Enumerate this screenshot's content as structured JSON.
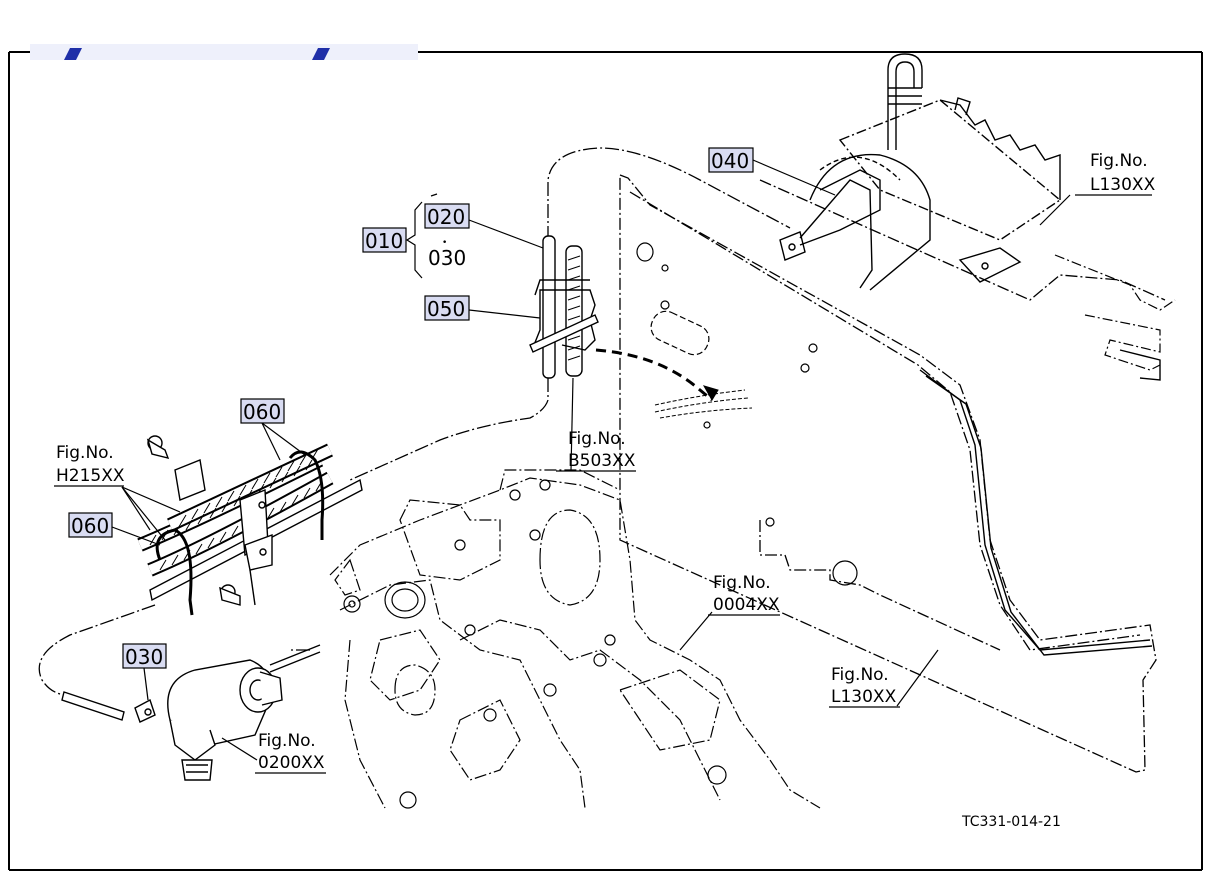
{
  "diagram": {
    "part_callouts": [
      "010",
      "020",
      "030",
      "050",
      "060",
      "060",
      "040",
      "030"
    ],
    "fig_refs": [
      {
        "prefix": "Fig.No.",
        "code": "L130XX"
      },
      {
        "prefix": "Fig.No.",
        "code": "B503XX"
      },
      {
        "prefix": "Fig.No.",
        "code": "H215XX"
      },
      {
        "prefix": "Fig.No.",
        "code": "0004XX"
      },
      {
        "prefix": "Fig.No.",
        "code": "L130XX"
      },
      {
        "prefix": "Fig.No.",
        "code": "0200XX"
      }
    ],
    "drawing_code": "TC331-014-21",
    "dot": "•"
  },
  "colors": {
    "accent": "#1f2fa8",
    "callout_fill": "#d9dcf2",
    "line": "#000000"
  }
}
